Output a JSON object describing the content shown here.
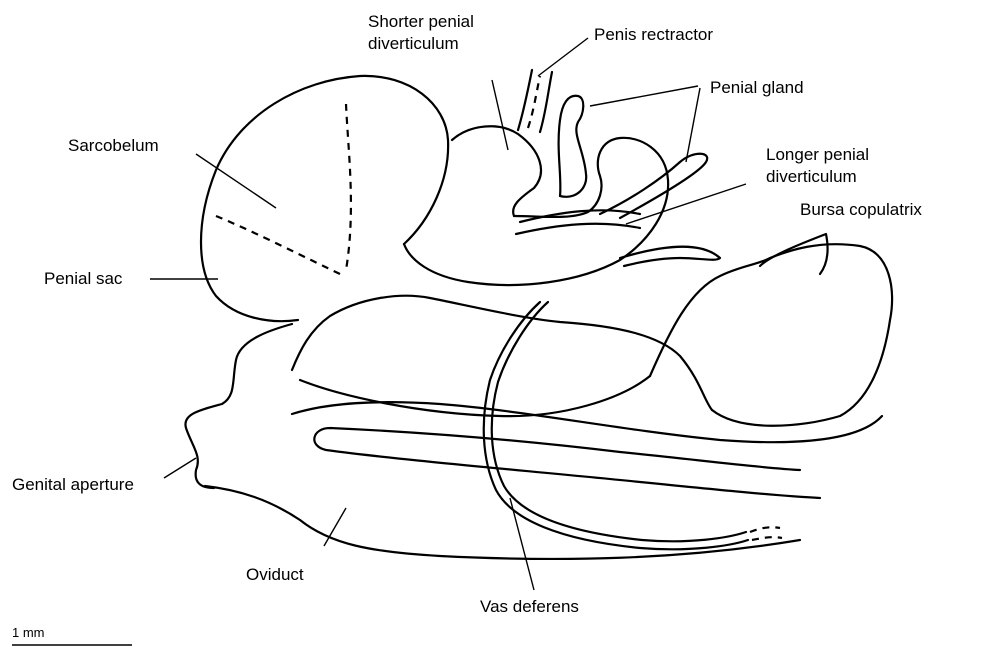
{
  "labels": {
    "shorter_penial_diverticulum_1": "Shorter penial",
    "shorter_penial_diverticulum_2": "diverticulum",
    "penis_rectractor": "Penis rectractor",
    "penial_gland": "Penial gland",
    "sarcobelum": "Sarcobelum",
    "longer_penial_diverticulum_1": "Longer penial",
    "longer_penial_diverticulum_2": "diverticulum",
    "bursa_copulatrix": "Bursa copulatrix",
    "penial_sac": "Penial sac",
    "genital_aperture": "Genital aperture",
    "oviduct": "Oviduct",
    "vas_deferens": "Vas deferens"
  },
  "scale_bar": {
    "label": "1 mm"
  },
  "colors": {
    "line": "#000000",
    "background": "#ffffff"
  }
}
